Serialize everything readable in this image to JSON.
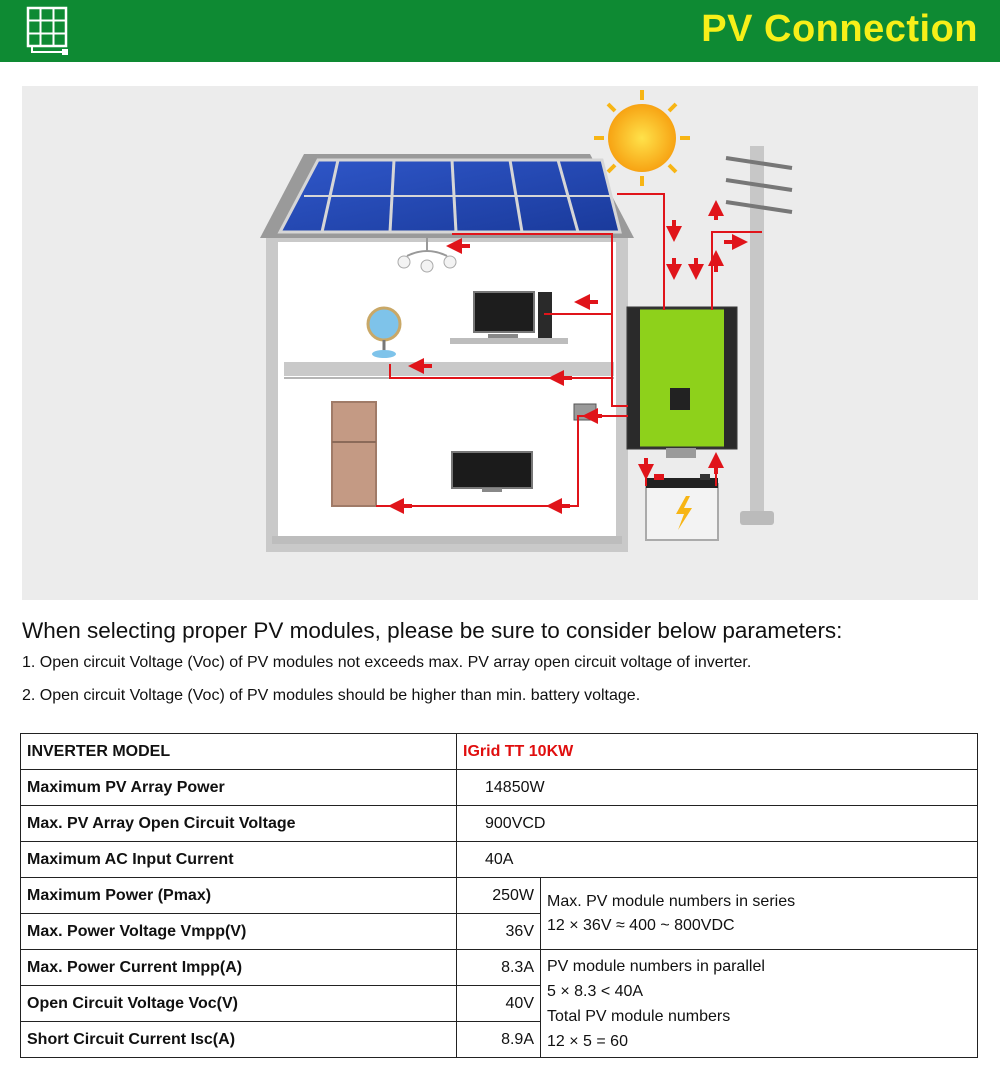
{
  "header": {
    "title": "PV Connection",
    "logo_icon": "solar-panel-icon",
    "bg_color": "#0e8a33",
    "title_color": "#f7ef19"
  },
  "intro": "When selecting proper PV modules, please be sure to consider below parameters:",
  "notes": [
    "1. Open circuit Voltage (Voc) of PV modules not exceeds max. PV array open circuit voltage of inverter.",
    "2. Open circuit Voltage (Voc) of PV modules should be higher than min. battery voltage."
  ],
  "table": {
    "model_label": "INVERTER MODEL",
    "model_value": "IGrid TT 10KW",
    "rows": [
      {
        "label": "Maximum PV Array Power",
        "value": "14850W"
      },
      {
        "label": "Max. PV Array Open Circuit Voltage",
        "value": "900VCD"
      },
      {
        "label": "Maximum AC Input Current",
        "value": "40A"
      },
      {
        "label": "Maximum Power (Pmax)",
        "value": "250W"
      },
      {
        "label": "Max. Power Voltage Vmpp(V)",
        "value": "36V"
      },
      {
        "label": "Max. Power Current Impp(A)",
        "value": "8.3A"
      },
      {
        "label": "Open Circuit Voltage Voc(V)",
        "value": "40V"
      },
      {
        "label": "Short Circuit Current Isc(A)",
        "value": "8.9A"
      }
    ],
    "series_note": [
      "Max. PV module numbers in series",
      "12 × 36V ≈ 400 ~ 800VDC"
    ],
    "parallel_note": [
      "PV module numbers in parallel",
      "5 × 8.3 < 40A",
      "Total PV module numbers",
      "12 × 5 = 60"
    ]
  }
}
